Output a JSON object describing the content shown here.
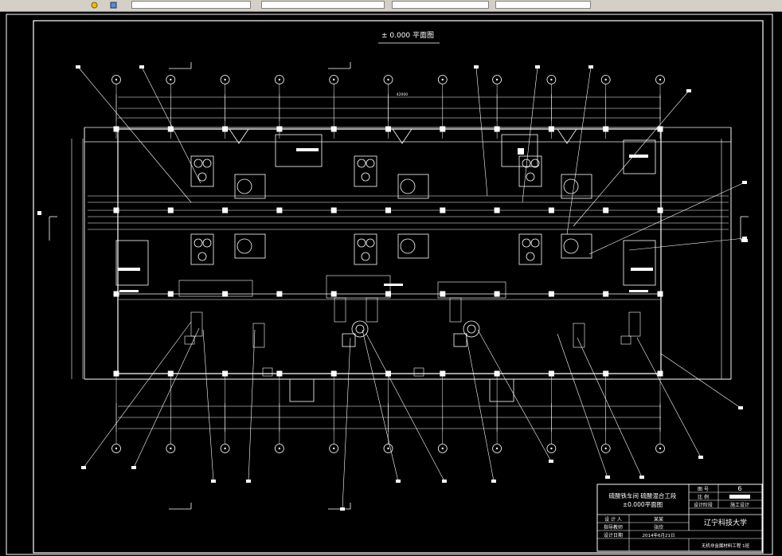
{
  "toolbar": {
    "icons": [
      "layer-state-icon",
      "layer-settings-icon"
    ],
    "fields": [
      "",
      "",
      "",
      "",
      "",
      ""
    ]
  },
  "drawing": {
    "view_title": "± 0.000 平面图",
    "total_dimension": "42000",
    "grid_axes_count": 11,
    "title_block": {
      "project_line1": "硫酸铁车间  硫酸混合工段",
      "project_line2": "±0.000平面图",
      "drawing_no_label": "图  号",
      "drawing_no_value": "6",
      "scale_label": "比  例",
      "scale_value": "",
      "design_stage_label": "设计阶段",
      "design_stage_value": "施工设计",
      "designer_label": "设 计 人",
      "designer_value": "某某",
      "advisor_label": "指导教师",
      "advisor_value": "张欣",
      "date_label": "设计日期",
      "date_value": "2014年6月21日",
      "university": "辽宁科技大学",
      "class_info": "无机非金属材料工程 1班"
    },
    "colors": {
      "background": "#000000",
      "line": "#ffffff",
      "frame": "#ffffff"
    }
  }
}
